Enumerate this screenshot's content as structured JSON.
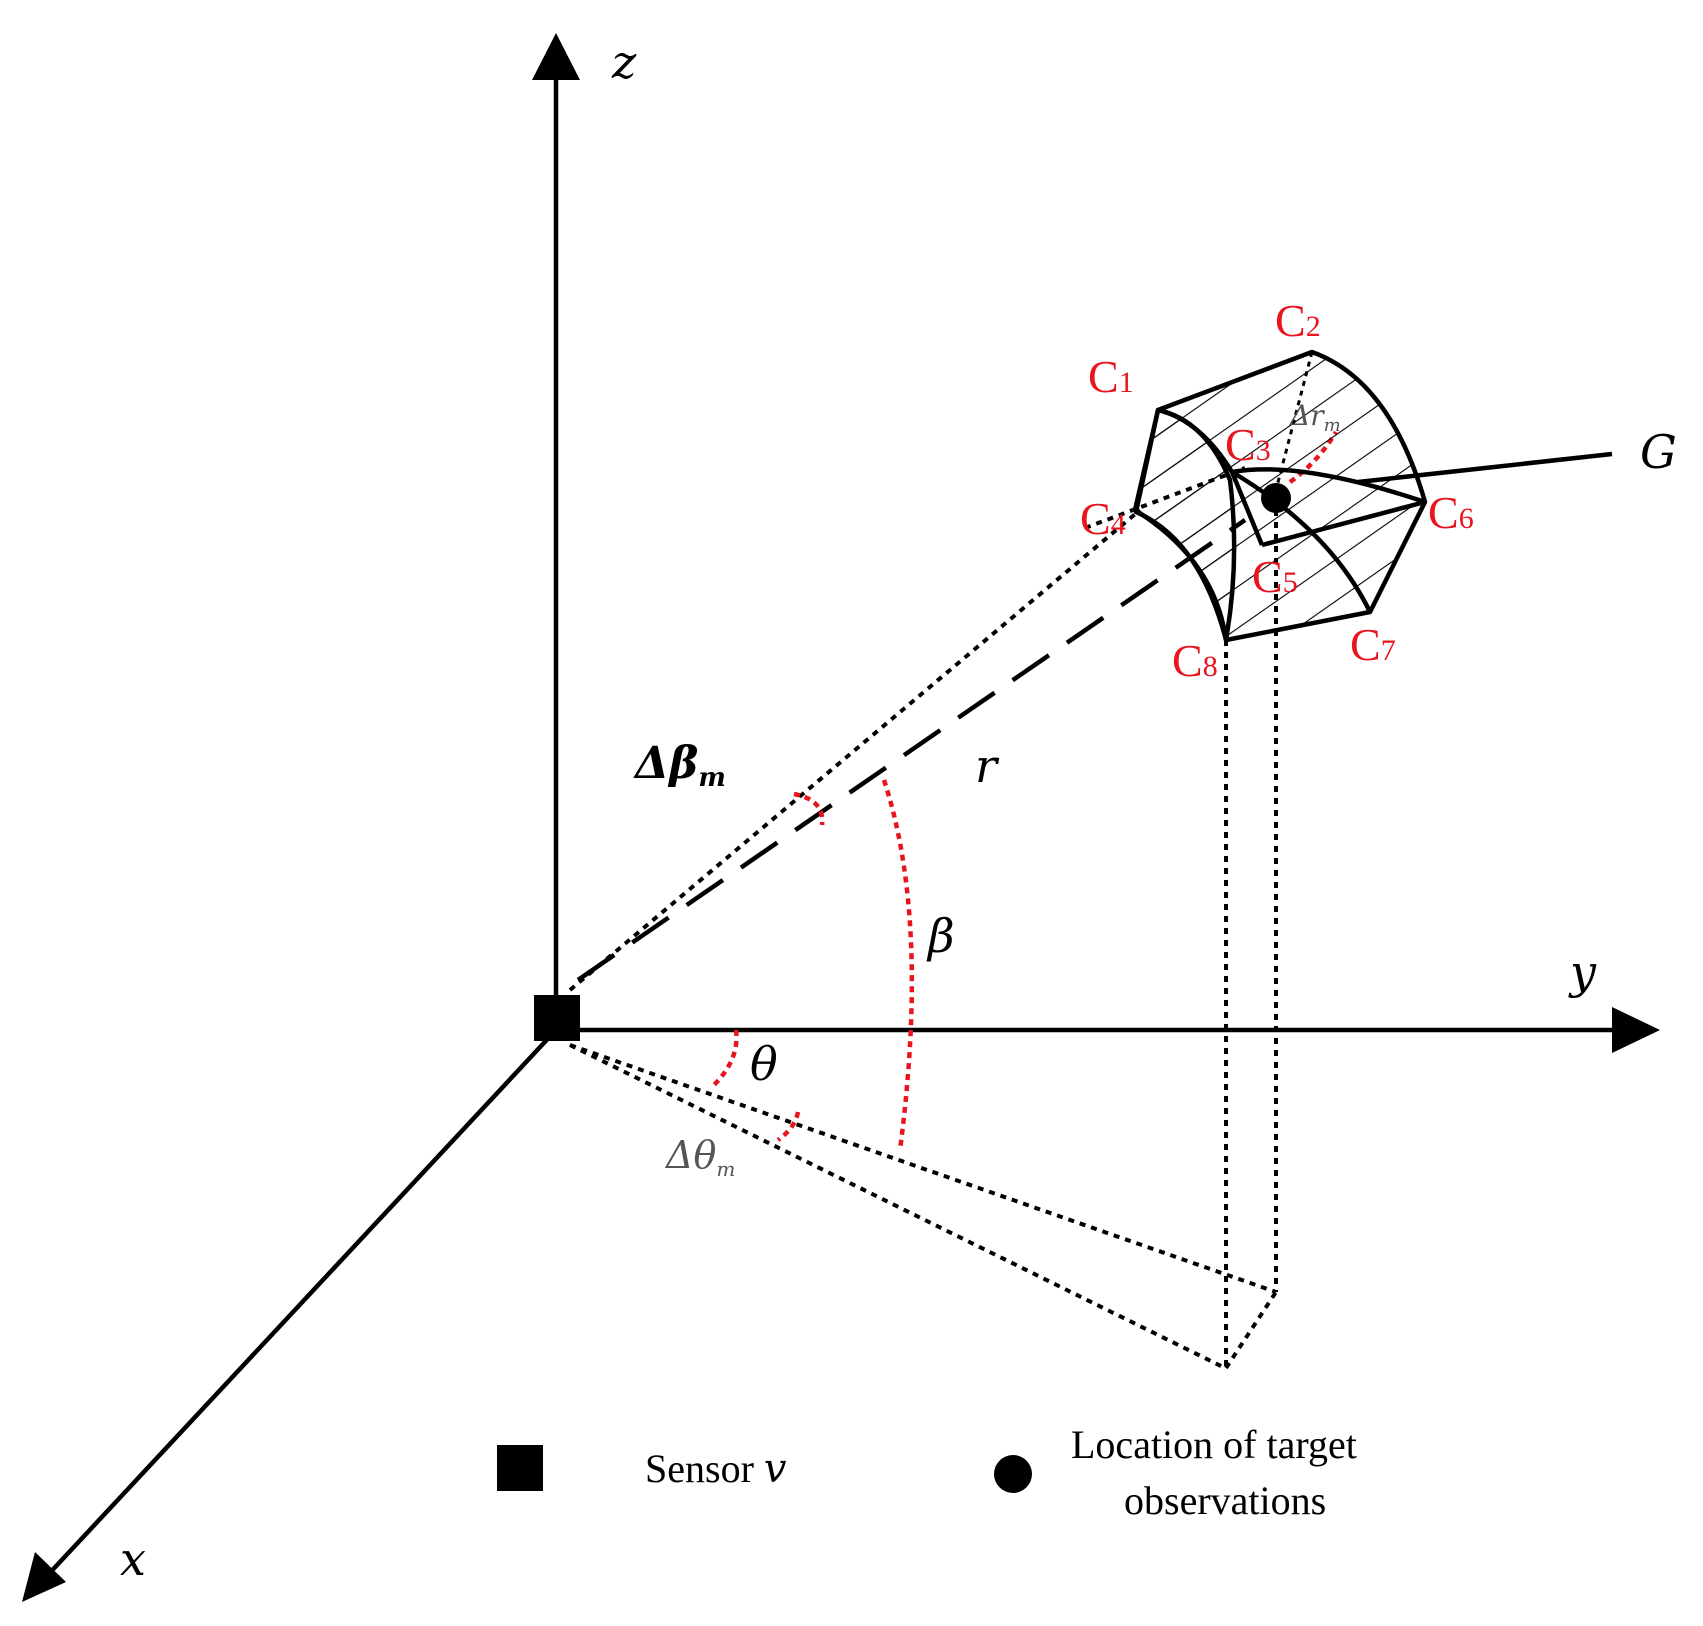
{
  "axes": {
    "z": "z",
    "y": "y",
    "x": "x"
  },
  "labels": {
    "r": "r",
    "beta": "β",
    "theta": "θ",
    "delta_beta_main": "Δβ",
    "delta_beta_sub": "m",
    "delta_theta_main": "Δθ",
    "delta_theta_sub": "m",
    "delta_r_main": "Δr",
    "delta_r_sub": "m",
    "G": "G"
  },
  "corners": [
    {
      "letter": "C",
      "index": "1"
    },
    {
      "letter": "C",
      "index": "2"
    },
    {
      "letter": "C",
      "index": "3"
    },
    {
      "letter": "C",
      "index": "4"
    },
    {
      "letter": "C",
      "index": "5"
    },
    {
      "letter": "C",
      "index": "6"
    },
    {
      "letter": "C",
      "index": "7"
    },
    {
      "letter": "C",
      "index": "8"
    }
  ],
  "legend": {
    "sensor_text": "Sensor ",
    "sensor_var": "v",
    "target_line1": "Location of target",
    "target_line2": "observations"
  },
  "colors": {
    "lines": "#000000",
    "angles": "#e8141e",
    "corner_labels": "#e8141e"
  }
}
